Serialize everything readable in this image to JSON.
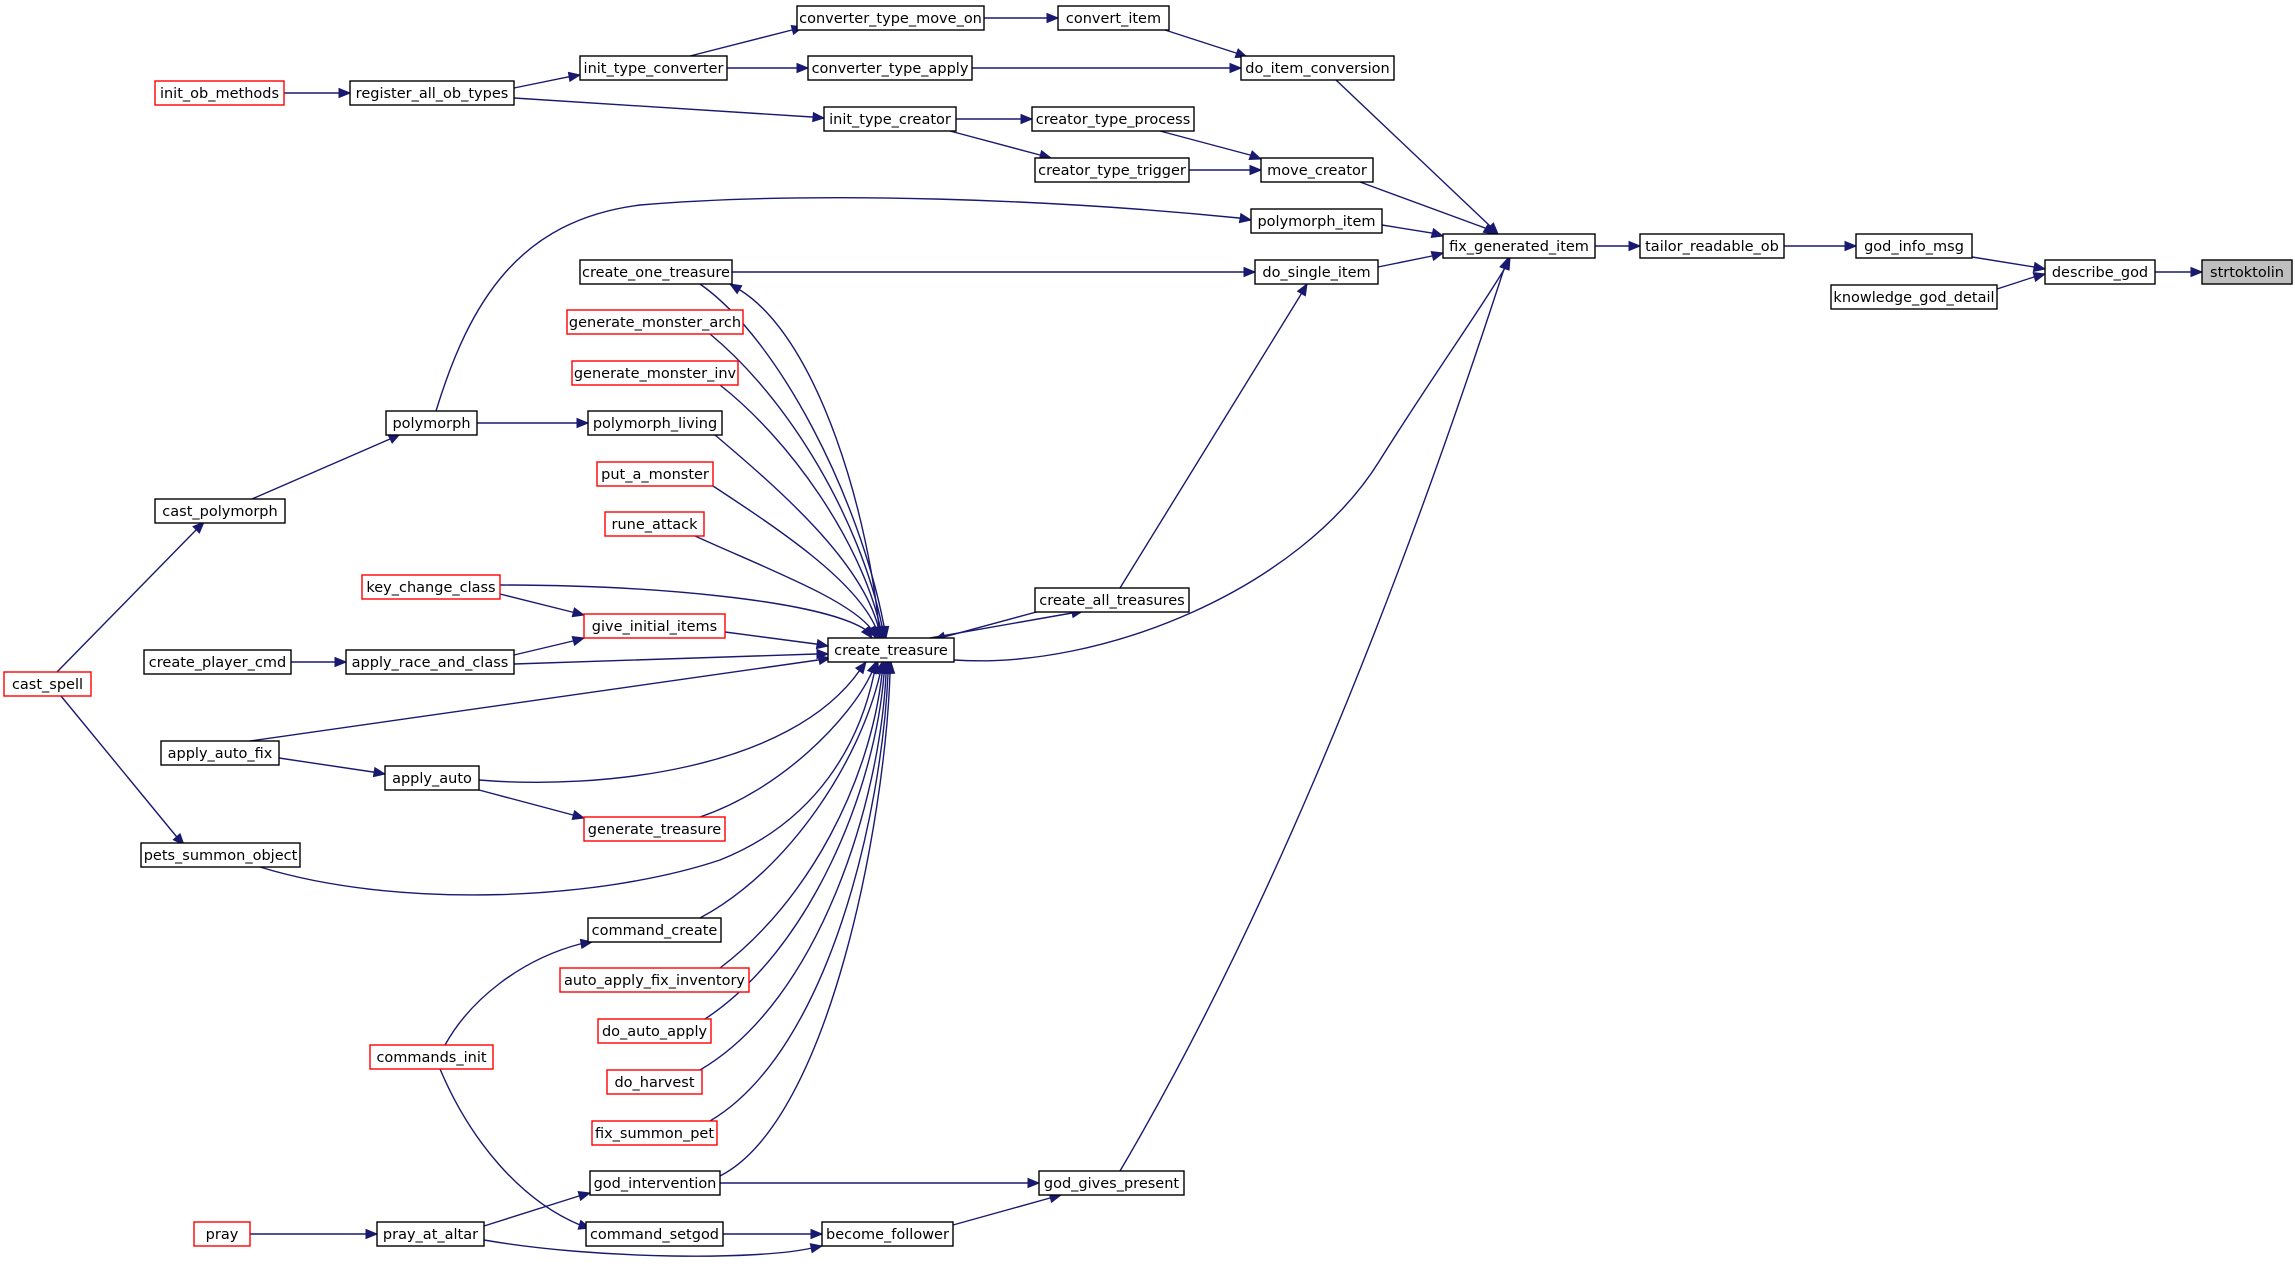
{
  "diagram": {
    "colors": {
      "edge": "#191970",
      "node_border": "#000000",
      "node_border_external": "#ff0000",
      "highlight_fill": "#bfbfbf"
    },
    "nodes": [
      {
        "id": "strtoktolin",
        "label": "strtoktolin",
        "style": "highlight"
      },
      {
        "id": "describe_god",
        "label": "describe_god",
        "style": "normal"
      },
      {
        "id": "god_info_msg",
        "label": "god_info_msg",
        "style": "normal"
      },
      {
        "id": "knowledge_god_detail",
        "label": "knowledge_god_detail",
        "style": "normal"
      },
      {
        "id": "tailor_readable_ob",
        "label": "tailor_readable_ob",
        "style": "normal"
      },
      {
        "id": "fix_generated_item",
        "label": "fix_generated_item",
        "style": "normal"
      },
      {
        "id": "do_item_conversion",
        "label": "do_item_conversion",
        "style": "normal"
      },
      {
        "id": "convert_item",
        "label": "convert_item",
        "style": "normal"
      },
      {
        "id": "converter_type_move_on",
        "label": "converter_type_move_on",
        "style": "normal"
      },
      {
        "id": "converter_type_apply",
        "label": "converter_type_apply",
        "style": "normal"
      },
      {
        "id": "init_type_converter",
        "label": "init_type_converter",
        "style": "normal"
      },
      {
        "id": "register_all_ob_types",
        "label": "register_all_ob_types",
        "style": "normal"
      },
      {
        "id": "init_ob_methods",
        "label": "init_ob_methods",
        "style": "external"
      },
      {
        "id": "init_type_creator",
        "label": "init_type_creator",
        "style": "normal"
      },
      {
        "id": "creator_type_process",
        "label": "creator_type_process",
        "style": "normal"
      },
      {
        "id": "creator_type_trigger",
        "label": "creator_type_trigger",
        "style": "normal"
      },
      {
        "id": "move_creator",
        "label": "move_creator",
        "style": "normal"
      },
      {
        "id": "polymorph_item",
        "label": "polymorph_item",
        "style": "normal"
      },
      {
        "id": "do_single_item",
        "label": "do_single_item",
        "style": "normal"
      },
      {
        "id": "create_one_treasure",
        "label": "create_one_treasure",
        "style": "normal"
      },
      {
        "id": "generate_monster_arch",
        "label": "generate_monster_arch",
        "style": "external"
      },
      {
        "id": "generate_monster_inv",
        "label": "generate_monster_inv",
        "style": "external"
      },
      {
        "id": "polymorph",
        "label": "polymorph",
        "style": "normal"
      },
      {
        "id": "polymorph_living",
        "label": "polymorph_living",
        "style": "normal"
      },
      {
        "id": "put_a_monster",
        "label": "put_a_monster",
        "style": "external"
      },
      {
        "id": "cast_polymorph",
        "label": "cast_polymorph",
        "style": "normal"
      },
      {
        "id": "rune_attack",
        "label": "rune_attack",
        "style": "external"
      },
      {
        "id": "key_change_class",
        "label": "key_change_class",
        "style": "external"
      },
      {
        "id": "create_all_treasures",
        "label": "create_all_treasures",
        "style": "normal"
      },
      {
        "id": "give_initial_items",
        "label": "give_initial_items",
        "style": "external"
      },
      {
        "id": "create_treasure",
        "label": "create_treasure",
        "style": "normal"
      },
      {
        "id": "create_player_cmd",
        "label": "create_player_cmd",
        "style": "normal"
      },
      {
        "id": "apply_race_and_class",
        "label": "apply_race_and_class",
        "style": "normal"
      },
      {
        "id": "cast_spell",
        "label": "cast_spell",
        "style": "external"
      },
      {
        "id": "apply_auto_fix",
        "label": "apply_auto_fix",
        "style": "normal"
      },
      {
        "id": "apply_auto",
        "label": "apply_auto",
        "style": "normal"
      },
      {
        "id": "generate_treasure",
        "label": "generate_treasure",
        "style": "external"
      },
      {
        "id": "pets_summon_object",
        "label": "pets_summon_object",
        "style": "normal"
      },
      {
        "id": "command_create",
        "label": "command_create",
        "style": "normal"
      },
      {
        "id": "auto_apply_fix_inventory",
        "label": "auto_apply_fix_inventory",
        "style": "external"
      },
      {
        "id": "do_auto_apply",
        "label": "do_auto_apply",
        "style": "external"
      },
      {
        "id": "commands_init",
        "label": "commands_init",
        "style": "external"
      },
      {
        "id": "do_harvest",
        "label": "do_harvest",
        "style": "external"
      },
      {
        "id": "fix_summon_pet",
        "label": "fix_summon_pet",
        "style": "external"
      },
      {
        "id": "god_intervention",
        "label": "god_intervention",
        "style": "normal"
      },
      {
        "id": "god_gives_present",
        "label": "god_gives_present",
        "style": "normal"
      },
      {
        "id": "pray",
        "label": "pray",
        "style": "external"
      },
      {
        "id": "pray_at_altar",
        "label": "pray_at_altar",
        "style": "normal"
      },
      {
        "id": "command_setgod",
        "label": "command_setgod",
        "style": "normal"
      },
      {
        "id": "become_follower",
        "label": "become_follower",
        "style": "normal"
      }
    ],
    "edges": [
      {
        "from": "describe_god",
        "to": "strtoktolin"
      },
      {
        "from": "god_info_msg",
        "to": "describe_god"
      },
      {
        "from": "knowledge_god_detail",
        "to": "describe_god"
      },
      {
        "from": "tailor_readable_ob",
        "to": "god_info_msg"
      },
      {
        "from": "fix_generated_item",
        "to": "tailor_readable_ob"
      },
      {
        "from": "do_item_conversion",
        "to": "fix_generated_item"
      },
      {
        "from": "move_creator",
        "to": "fix_generated_item"
      },
      {
        "from": "polymorph_item",
        "to": "fix_generated_item"
      },
      {
        "from": "do_single_item",
        "to": "fix_generated_item"
      },
      {
        "from": "create_treasure",
        "to": "fix_generated_item"
      },
      {
        "from": "god_gives_present",
        "to": "fix_generated_item"
      },
      {
        "from": "convert_item",
        "to": "do_item_conversion"
      },
      {
        "from": "converter_type_apply",
        "to": "do_item_conversion"
      },
      {
        "from": "converter_type_move_on",
        "to": "convert_item"
      },
      {
        "from": "init_type_converter",
        "to": "converter_type_move_on"
      },
      {
        "from": "init_type_converter",
        "to": "converter_type_apply"
      },
      {
        "from": "register_all_ob_types",
        "to": "init_type_converter"
      },
      {
        "from": "register_all_ob_types",
        "to": "init_type_creator"
      },
      {
        "from": "init_ob_methods",
        "to": "register_all_ob_types"
      },
      {
        "from": "init_type_creator",
        "to": "creator_type_process"
      },
      {
        "from": "init_type_creator",
        "to": "creator_type_trigger"
      },
      {
        "from": "creator_type_process",
        "to": "move_creator"
      },
      {
        "from": "creator_type_trigger",
        "to": "move_creator"
      },
      {
        "from": "polymorph",
        "to": "polymorph_item"
      },
      {
        "from": "polymorph",
        "to": "polymorph_living"
      },
      {
        "from": "cast_polymorph",
        "to": "polymorph"
      },
      {
        "from": "cast_spell",
        "to": "cast_polymorph"
      },
      {
        "from": "cast_spell",
        "to": "pets_summon_object"
      },
      {
        "from": "create_one_treasure",
        "to": "do_single_item"
      },
      {
        "from": "create_all_treasures",
        "to": "do_single_item"
      },
      {
        "from": "create_treasure",
        "to": "create_one_treasure"
      },
      {
        "from": "create_one_treasure",
        "to": "create_treasure"
      },
      {
        "from": "create_treasure",
        "to": "create_all_treasures"
      },
      {
        "from": "create_all_treasures",
        "to": "create_treasure"
      },
      {
        "from": "generate_monster_arch",
        "to": "create_treasure"
      },
      {
        "from": "generate_monster_inv",
        "to": "create_treasure"
      },
      {
        "from": "polymorph_living",
        "to": "create_treasure"
      },
      {
        "from": "put_a_monster",
        "to": "create_treasure"
      },
      {
        "from": "rune_attack",
        "to": "create_treasure"
      },
      {
        "from": "key_change_class",
        "to": "create_treasure"
      },
      {
        "from": "key_change_class",
        "to": "give_initial_items"
      },
      {
        "from": "give_initial_items",
        "to": "create_treasure"
      },
      {
        "from": "apply_race_and_class",
        "to": "give_initial_items"
      },
      {
        "from": "apply_race_and_class",
        "to": "create_treasure"
      },
      {
        "from": "create_player_cmd",
        "to": "apply_race_and_class"
      },
      {
        "from": "apply_auto_fix",
        "to": "create_treasure"
      },
      {
        "from": "apply_auto_fix",
        "to": "apply_auto"
      },
      {
        "from": "apply_auto",
        "to": "create_treasure"
      },
      {
        "from": "apply_auto",
        "to": "generate_treasure"
      },
      {
        "from": "generate_treasure",
        "to": "create_treasure"
      },
      {
        "from": "pets_summon_object",
        "to": "create_treasure"
      },
      {
        "from": "command_create",
        "to": "create_treasure"
      },
      {
        "from": "auto_apply_fix_inventory",
        "to": "create_treasure"
      },
      {
        "from": "do_auto_apply",
        "to": "create_treasure"
      },
      {
        "from": "do_harvest",
        "to": "create_treasure"
      },
      {
        "from": "fix_summon_pet",
        "to": "create_treasure"
      },
      {
        "from": "god_intervention",
        "to": "create_treasure"
      },
      {
        "from": "commands_init",
        "to": "command_create"
      },
      {
        "from": "commands_init",
        "to": "command_setgod"
      },
      {
        "from": "god_intervention",
        "to": "god_gives_present"
      },
      {
        "from": "become_follower",
        "to": "god_gives_present"
      },
      {
        "from": "pray",
        "to": "pray_at_altar"
      },
      {
        "from": "pray_at_altar",
        "to": "god_intervention"
      },
      {
        "from": "pray_at_altar",
        "to": "become_follower"
      },
      {
        "from": "command_setgod",
        "to": "become_follower"
      }
    ]
  }
}
